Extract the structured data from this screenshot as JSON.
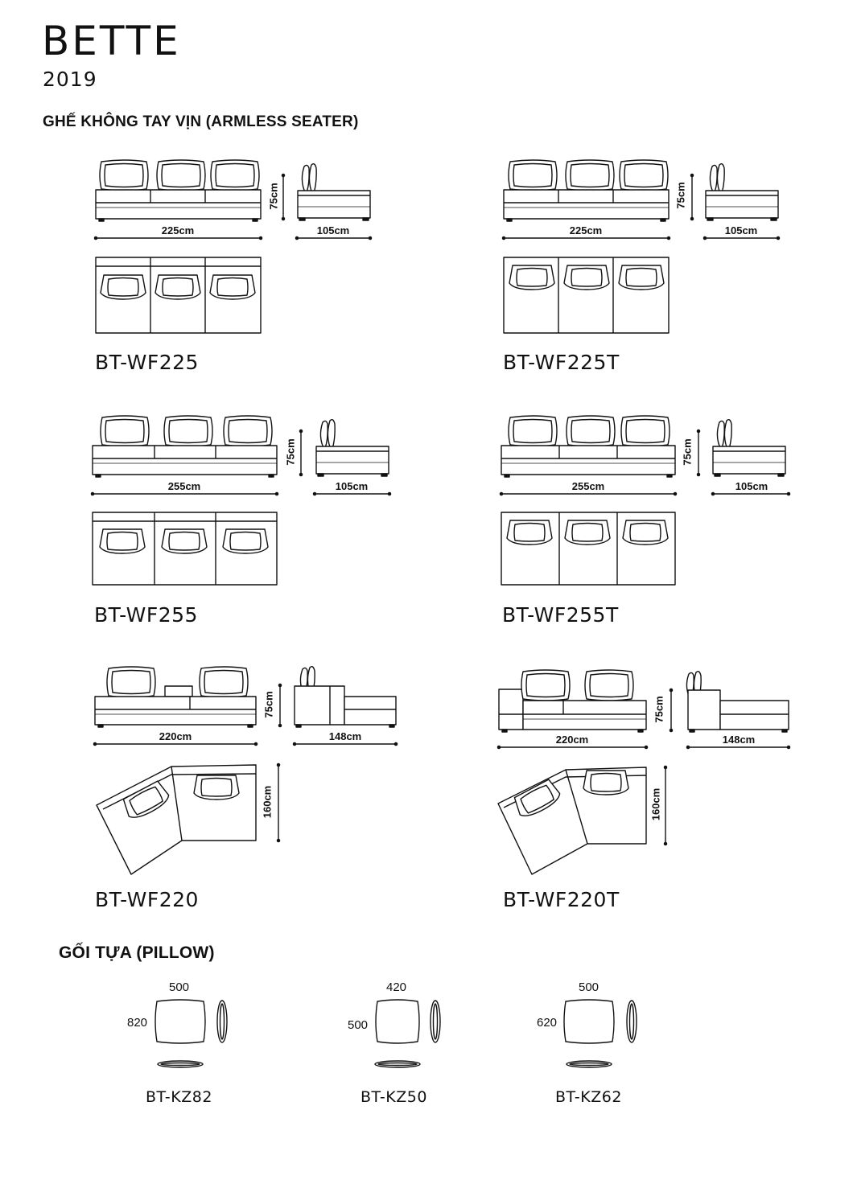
{
  "header": {
    "title": "BETTE",
    "year": "2019"
  },
  "sections": {
    "armless": "GHẾ KHÔNG TAY VỊN (ARMLESS SEATER)",
    "pillow": "GỐI TỰA (PILLOW)"
  },
  "models": [
    {
      "code": "BT-WF225",
      "front_width": "225cm",
      "height": "75cm",
      "side_depth": "105cm"
    },
    {
      "code": "BT-WF225T",
      "front_width": "225cm",
      "height": "75cm",
      "side_depth": "105cm"
    },
    {
      "code": "BT-WF255",
      "front_width": "255cm",
      "height": "75cm",
      "side_depth": "105cm"
    },
    {
      "code": "BT-WF255T",
      "front_width": "255cm",
      "height": "75cm",
      "side_depth": "105cm"
    },
    {
      "code": "BT-WF220",
      "front_width": "220cm",
      "height": "75cm",
      "side_depth": "148cm",
      "plan_depth": "160cm"
    },
    {
      "code": "BT-WF220T",
      "front_width": "220cm",
      "height": "75cm",
      "side_depth": "148cm",
      "plan_depth": "160cm"
    }
  ],
  "pillows": [
    {
      "code": "BT-KZ82",
      "width": "500",
      "height": "820"
    },
    {
      "code": "BT-KZ50",
      "width": "420",
      "height": "500"
    },
    {
      "code": "BT-KZ62",
      "width": "500",
      "height": "620"
    }
  ]
}
